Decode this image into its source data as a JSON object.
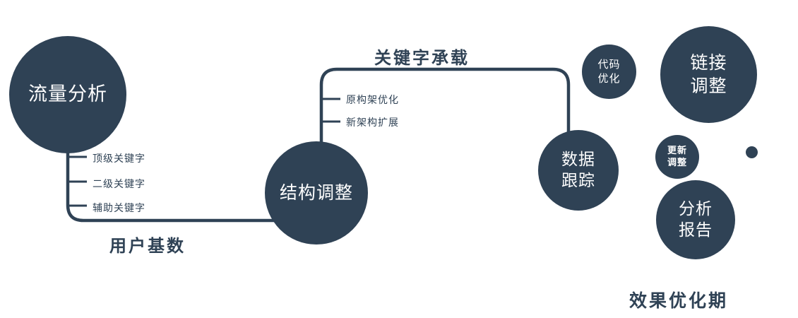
{
  "diagram": {
    "nodes": {
      "traffic_analysis": "流量分析",
      "structure_adjustment": "结构调整",
      "data_tracking": "数据\n跟踪",
      "code_optimization": "代码\n优化",
      "link_adjustment": "链接\n调整",
      "update_adjustment": "更新\n调整",
      "analysis_report": "分析\n报告"
    },
    "edge_labels": {
      "user_base": "用户基数",
      "keyword_bearing": "关键字承载"
    },
    "keyword_branches": [
      "顶级关键字",
      "二级关键字",
      "辅助关键字"
    ],
    "architecture_branches": [
      "原构架优化",
      "新架构扩展"
    ],
    "caption": "效果优化期",
    "colors": {
      "primary": "#2f4255",
      "text_on_node": "#ffffff",
      "background": "#ffffff"
    }
  }
}
